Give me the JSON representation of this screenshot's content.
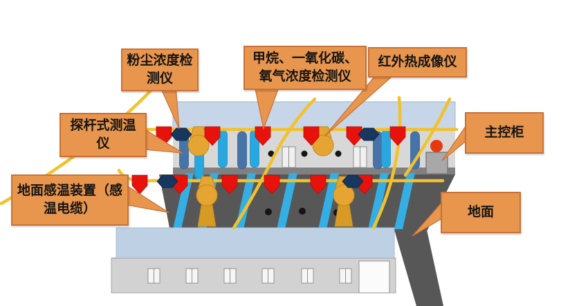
{
  "callouts": {
    "dust": {
      "lines": [
        "粉尘浓度检",
        "测仪"
      ]
    },
    "gas": {
      "lines": [
        "甲烷、一氧化碳、",
        "氧气浓度检测仪"
      ]
    },
    "thermal": {
      "lines": [
        "红外热成像仪"
      ]
    },
    "probe": {
      "lines": [
        "探杆式测温",
        "仪"
      ]
    },
    "cable": {
      "lines": [
        "地面感温装置（感",
        "温电缆）"
      ]
    },
    "cabinet": {
      "lines": [
        "主控柜"
      ]
    },
    "ground": {
      "lines": [
        "地面"
      ]
    }
  },
  "palette": {
    "callout_fill": "#E8954D",
    "callout_border": "#C87137",
    "callout_text": "#141414",
    "back_wall_top_band": "#C6D6E8",
    "wall_gray": "#D8D8D8",
    "wall_bottom_edge": "#808080",
    "ground_dark_gray": "#575757",
    "front_building_band": "#BDD0E4",
    "building_base": "#D2D2D2",
    "sensor_flag_red": "#E8120C",
    "detector_hexagon_navy": "#17375E",
    "thermal_probe_gold": "#E6A532",
    "probe_rod_dark_blue": "#4674A8",
    "probe_rod_light_blue": "#29A8E0",
    "sensing_cable_stripe_blue": "#35AEE4",
    "cable_yellow": "#F2C12E",
    "indicator_red": "#E8380F",
    "cabinet_gray": "#A8A8A8"
  }
}
